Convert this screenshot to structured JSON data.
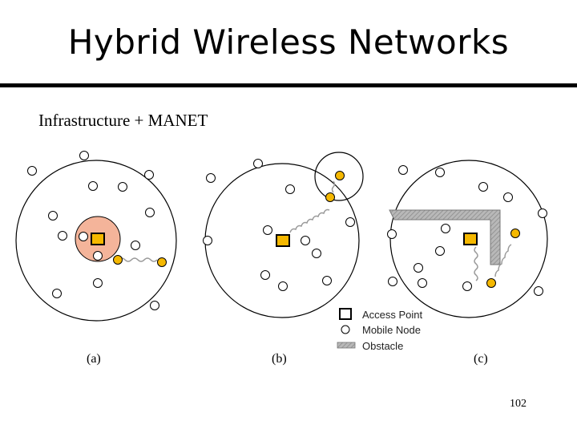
{
  "slide": {
    "title": "Hybrid Wireless Networks",
    "subtitle": "Infrastructure + MANET",
    "page_number": "102"
  },
  "legend": {
    "access_point": "Access Point",
    "mobile_node": "Mobile Node",
    "obstacle": "Obstacle"
  },
  "panels": [
    {
      "label": "(a)"
    },
    {
      "label": "(b)"
    },
    {
      "label": "(c)"
    }
  ],
  "colors": {
    "access_point_fill": "#f5b800",
    "active_node_fill": "#f5b800",
    "coverage_highlight": "#f4b49a",
    "obstacle": "#a8a8a8",
    "link": "#9a9a9a"
  }
}
